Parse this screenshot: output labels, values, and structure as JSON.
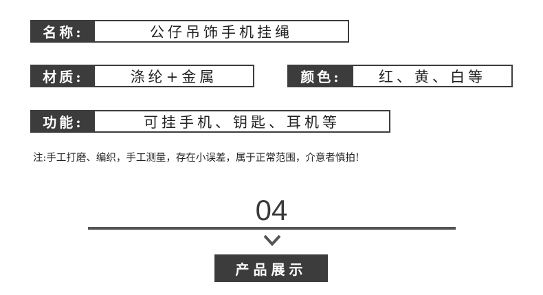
{
  "specs": {
    "name": {
      "label": "名称:",
      "value": "公仔吊饰手机挂绳"
    },
    "material": {
      "label": "材质:",
      "value": "涤纶+金属"
    },
    "color": {
      "label": "颜色:",
      "value": "红、黄、白等"
    },
    "function": {
      "label": "功能:",
      "value": "可挂手机、钥匙、耳机等"
    }
  },
  "note": "注:手工打磨、编织，手工测量，存在小误差，属于正常范围，介意者慎拍!",
  "section": {
    "number": "04",
    "title": "产品展示"
  },
  "colors": {
    "dark": "#3c3c3c",
    "line": "#555555"
  },
  "icons": {
    "chevron": "chevron-down-icon"
  }
}
